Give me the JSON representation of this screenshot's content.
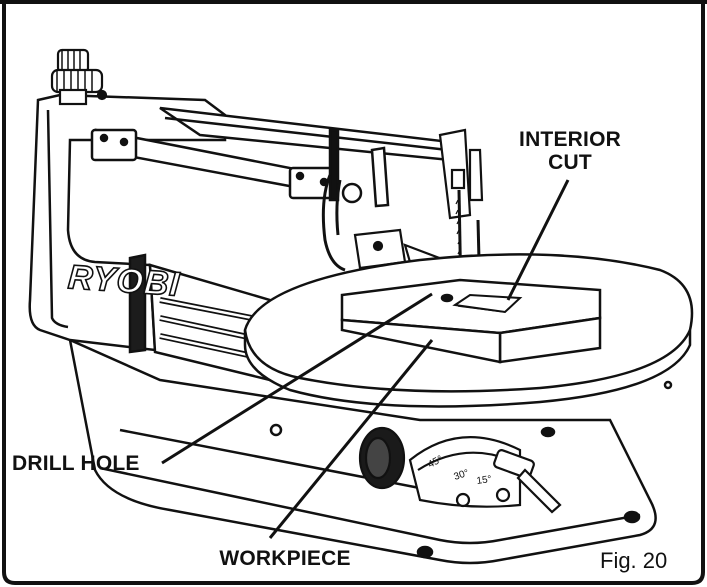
{
  "labels": {
    "interior_cut": "INTERIOR\nCUT",
    "drill_hole": "DRILL HOLE",
    "workpiece": "WORKPIECE",
    "figure": "Fig. 20"
  },
  "brand_mark": "RYOBI",
  "scale_marks": [
    "45°",
    "30°",
    "15°"
  ],
  "colors": {
    "line": "#111111",
    "background": "#ffffff",
    "shade": "#2a2a2a"
  }
}
